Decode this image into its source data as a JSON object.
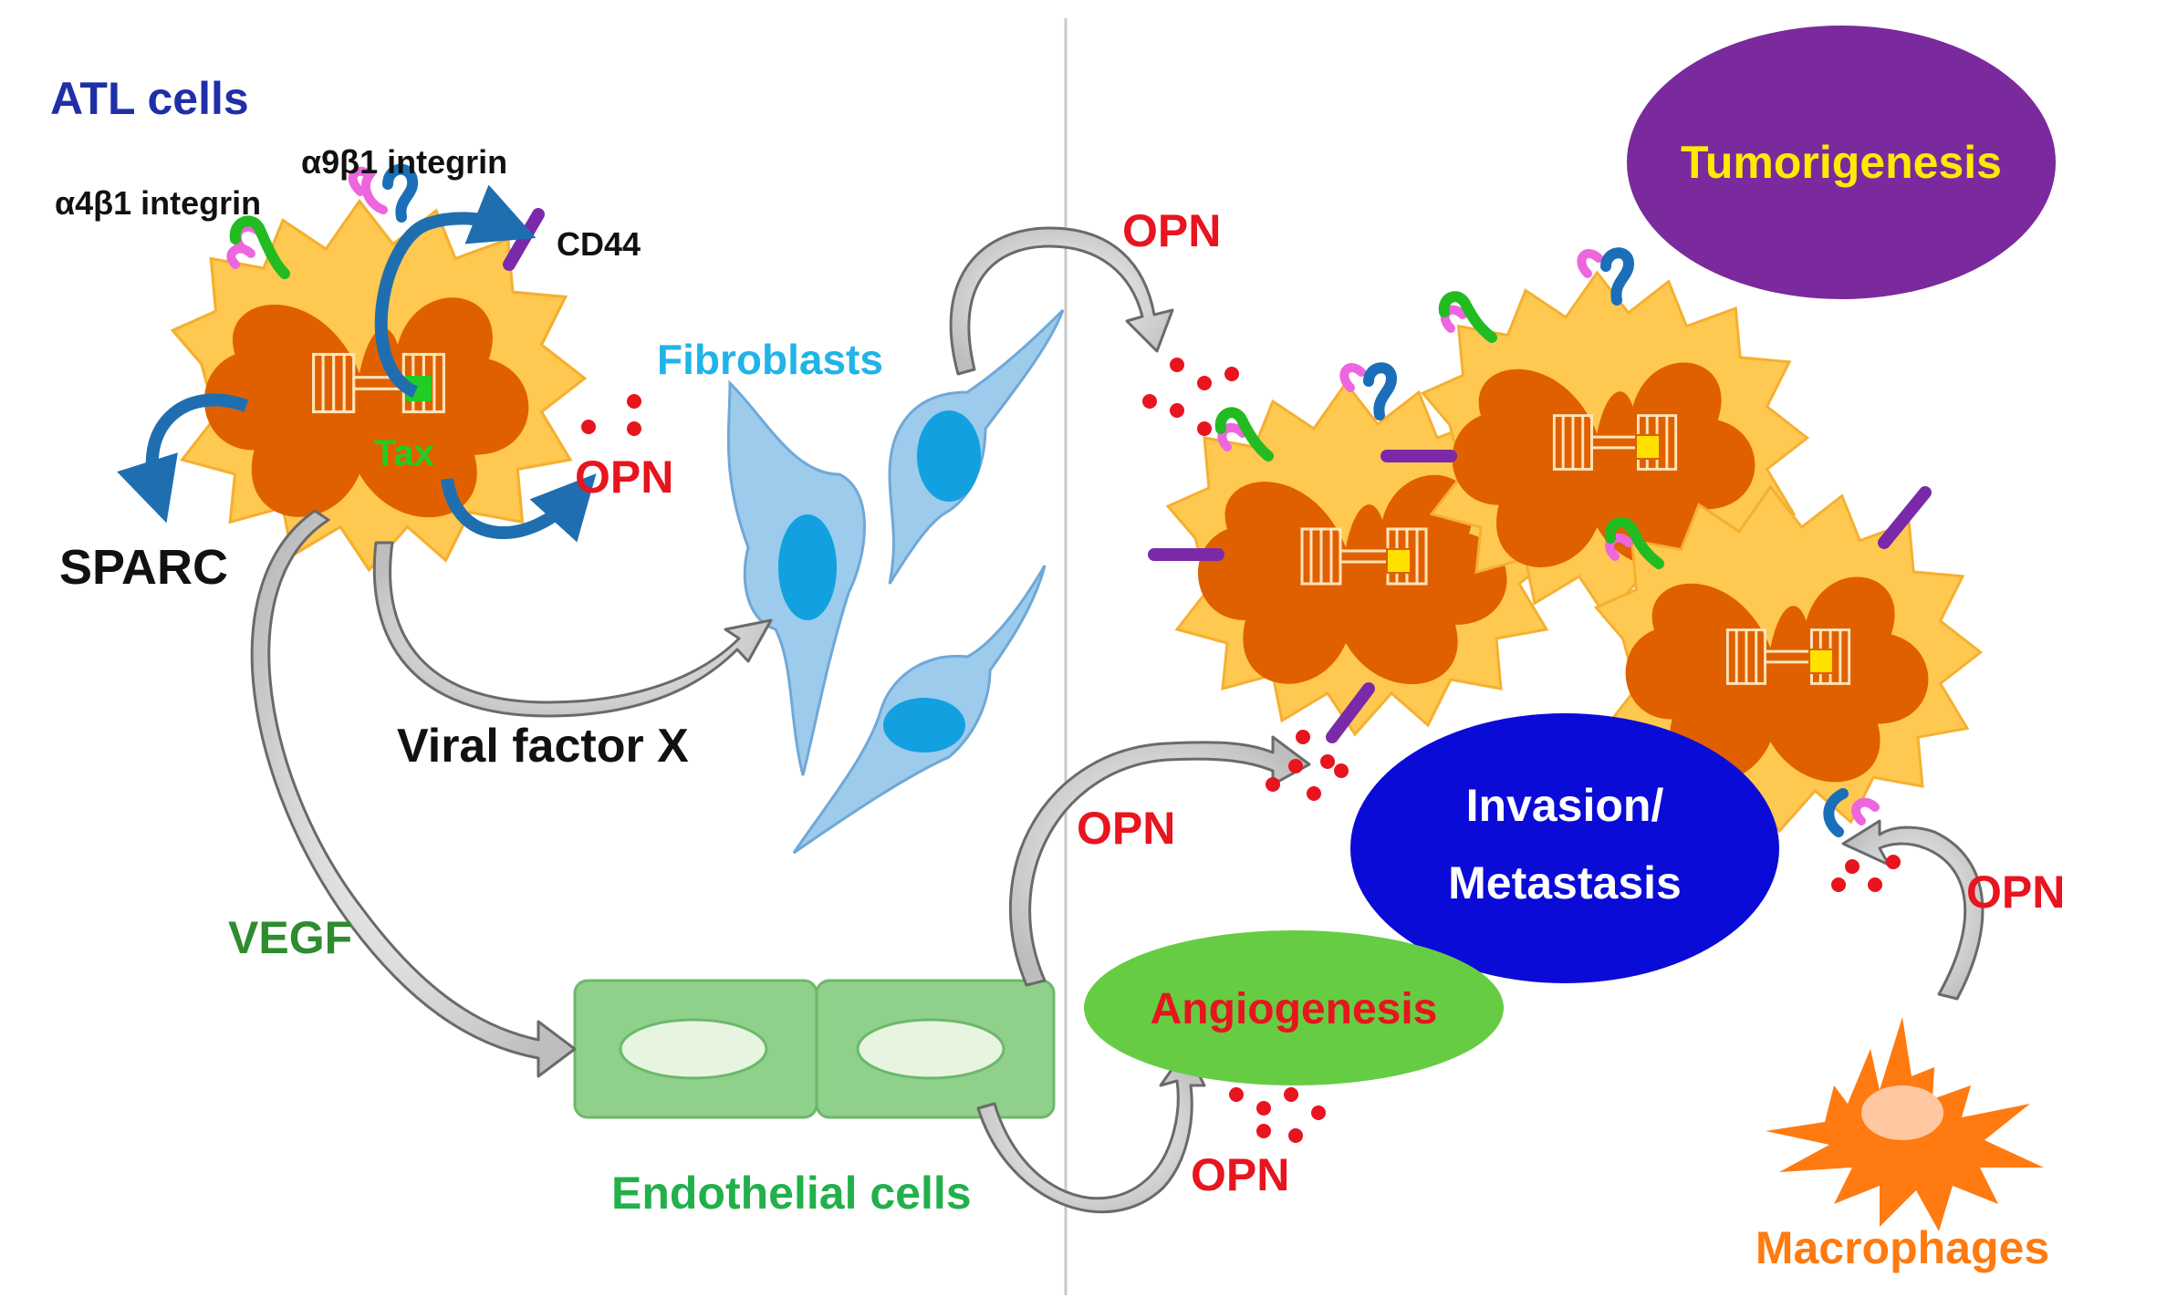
{
  "labels": {
    "atl_cells": "ATL cells",
    "a9b1_integrin": "α9β1 integrin",
    "a4b1_integrin": "α4β1 integrin",
    "cd44": "CD44",
    "tax": "Tax",
    "sparc": "SPARC",
    "opn": "OPN",
    "fibroblasts": "Fibroblasts",
    "viral_factor_x": "Viral factor X",
    "vegf": "VEGF",
    "endothelial_cells": "Endothelial cells",
    "tumorigenesis": "Tumorigenesis",
    "invasion": "Invasion/",
    "metastasis": "Metastasis",
    "angiogenesis": "Angiogenesis",
    "macrophages": "Macrophages"
  },
  "colors": {
    "atl_label": "#1f2fa8",
    "opn": "#e8141e",
    "fibroblast_label": "#20b4e8",
    "vegf_label": "#2e8b2e",
    "endothelial_label": "#22b04a",
    "tumorigenesis_fill": "#7a2a9c",
    "tumorigenesis_text": "#ffea00",
    "invasion_fill": "#0b0bd8",
    "angiogenesis_fill": "#66cc44",
    "angiogenesis_text": "#e8141e",
    "macrophage": "#ff7a10",
    "cell_outer": "#ffc850",
    "cell_nucleus": "#e06000",
    "fibroblast_fill": "#9ccbec",
    "fibroblast_nucleus": "#12a0e0",
    "endothelial_fill": "#8fd18a",
    "integrin_a4": "#22bb22",
    "integrin_pink": "#ee66dd",
    "integrin_a9": "#1a6fb8",
    "cd44": "#7a2aa8"
  }
}
